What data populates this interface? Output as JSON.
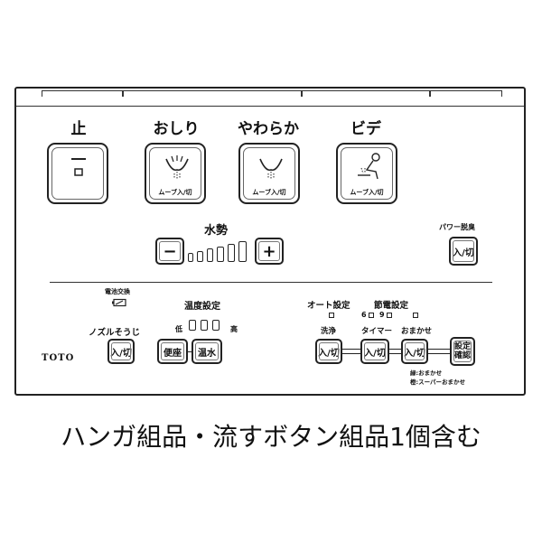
{
  "panel": {
    "buttons": [
      {
        "title": "止"
      },
      {
        "title": "おしり",
        "sub": "ムーブ入/切"
      },
      {
        "title": "やわらか",
        "sub": "ムーブ入/切"
      },
      {
        "title": "ビデ",
        "sub": "ムーブ入/切"
      }
    ],
    "water": {
      "label": "水勢",
      "minus": "−",
      "plus": "+",
      "level_indicators": 6
    },
    "power_save": {
      "label": "パワー脱臭",
      "button": "入/切"
    },
    "battery": {
      "label": "電池交換"
    },
    "nozzle": {
      "label": "ノズルそうじ",
      "button": "入/切"
    },
    "temperature": {
      "label": "温度設定",
      "low": "低",
      "high": "高",
      "seat_button": "便座",
      "water_button": "温水"
    },
    "auto_setting": {
      "label": "オート設定",
      "wash_label": "洗浄",
      "button": "入/切"
    },
    "power_saving": {
      "label": "節電設定",
      "hours_6": "6",
      "hours_9": "9",
      "timer_label": "タイマー",
      "omakase_label": "おまかせ",
      "timer_button": "入/切",
      "omakase_button": "入/切",
      "setting_confirm": "設定\n確認",
      "note_green": "緑:おまかせ",
      "note_orange": "橙:スーパーおまかせ"
    },
    "brand": "TOTO"
  },
  "caption": "ハンガ組品・流すボタン組品1個含む"
}
